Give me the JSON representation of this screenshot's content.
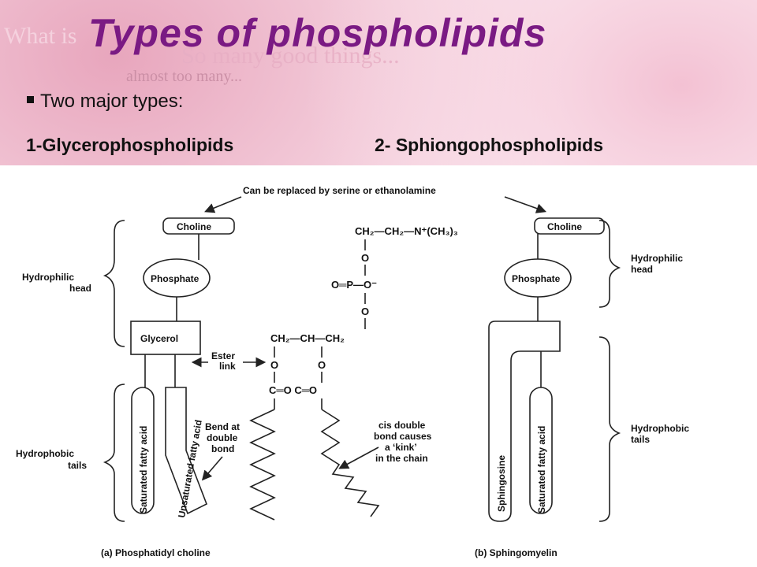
{
  "slide": {
    "title": "Types of phospholipids",
    "bullet": "Two major types:",
    "type1": "1-Glycerophospholipids",
    "type2": "2- Sphiongophospholipids"
  },
  "background_text": {
    "line1": "What is",
    "line2": "So many good things...",
    "line3": "almost too many..."
  },
  "diagram": {
    "replace_note": "Can be replaced by serine or ethanolamine",
    "left": {
      "choline": "Choline",
      "phosphate": "Phosphate",
      "glycerol": "Glycerol",
      "hydrophilic_line1": "Hydrophilic",
      "hydrophilic_line2": "head",
      "hydrophobic_line1": "Hydrophobic",
      "hydrophobic_line2": "tails",
      "tail1": "Saturated fatty acid",
      "tail2": "Unsaturated fatty acid",
      "bend_line1": "Bend at",
      "bend_line2": "double",
      "bend_line3": "bond",
      "caption": "(a) Phosphatidyl choline"
    },
    "center": {
      "choline_group": "CH₂—CH₂—N⁺(CH₃)₃",
      "o1": "O",
      "phosphate_group": "O═P—O⁻",
      "o2": "O",
      "glycerol_backbone": "CH₂—CH—CH₂",
      "ester_line1": "Ester",
      "ester_line2": "link",
      "o3": "O",
      "o4": "O",
      "carbonyl": "C═O  C═O",
      "cis_line1": "cis double",
      "cis_line2": "bond causes",
      "cis_line3": "a ‘kink’",
      "cis_line4": "in the chain"
    },
    "right": {
      "choline": "Choline",
      "phosphate": "Phosphate",
      "hydrophilic_line1": "Hydrophilic",
      "hydrophilic_line2": "head",
      "hydrophobic_line1": "Hydrophobic",
      "hydrophobic_line2": "tails",
      "tail1": "Sphingosine",
      "tail2": "Saturated fatty acid",
      "caption": "(b) Sphingomyelin"
    }
  },
  "colors": {
    "title": "#7a1a83",
    "background": "#fbe6ee"
  }
}
